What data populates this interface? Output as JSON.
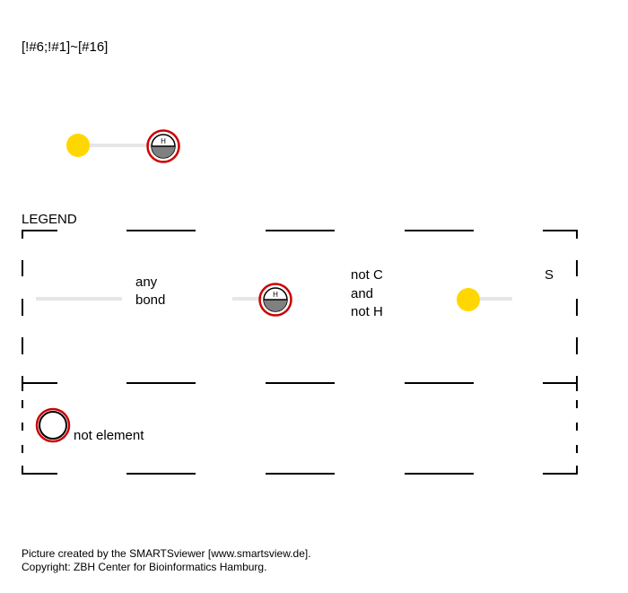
{
  "query": "[!#6;!#1]~[#16]",
  "legend": {
    "title": "LEGEND",
    "any_bond": [
      "any",
      "bond"
    ],
    "not_c_not_h": [
      "not C",
      "and",
      "not H"
    ],
    "sulfur": "S",
    "not_element": "not element"
  },
  "atom_h_label": "H",
  "footer": {
    "line1": "Picture created by the SMARTSviewer [www.smartsview.de].",
    "line2": "Copyright: ZBH Center for Bioinformatics Hamburg."
  },
  "colors": {
    "sulfur": "#FFD700",
    "ring": "#CC0000",
    "bond": "#E6E6E6",
    "half_fill": "#808080"
  }
}
